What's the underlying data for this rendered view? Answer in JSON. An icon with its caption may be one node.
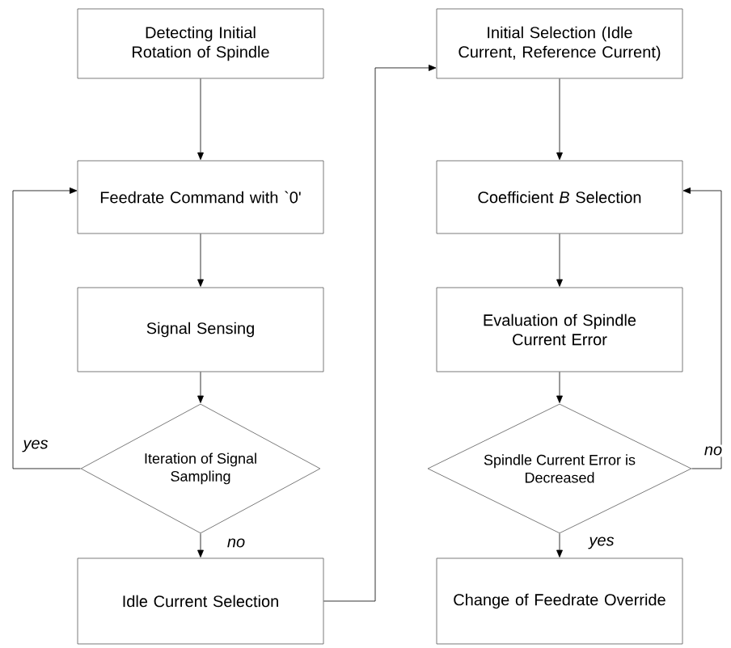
{
  "diagram": {
    "nodes": [
      {
        "text": [
          "Detecting Initial Rotation of Spindle"
        ]
      },
      {
        "text": [
          "Feedrate Command with `0'"
        ]
      },
      {
        "text": [
          "Signal Sensing"
        ]
      },
      {
        "text": [
          "Iteration of Signal Sampling"
        ]
      },
      {
        "text": [
          "Idle Current Selection"
        ]
      },
      {
        "text": [
          "Initial Selection (Idle Current, Reference Current)"
        ]
      },
      {
        "text": [
          "Coefficient *B* Selection"
        ]
      },
      {
        "text": [
          "Evaluation of Spindle Current Error"
        ]
      },
      {
        "text": [
          "Spindle Current Error is Decreased"
        ]
      },
      {
        "text": [
          "Change of Feedrate Override"
        ]
      }
    ],
    "edges": [
      {
        "from": 0,
        "to": 1,
        "arrow": "to"
      },
      {
        "from": 1,
        "to": 2,
        "arrow": "to"
      },
      {
        "from": 2,
        "to": 3,
        "arrow": "to"
      },
      {
        "from": 3,
        "to": 1,
        "arrow": "to",
        "label": "yes"
      },
      {
        "from": 3,
        "to": 4,
        "arrow": "to",
        "label": "no"
      },
      {
        "from": 4,
        "to": 5,
        "arrow": "to"
      },
      {
        "from": 5,
        "to": 6,
        "arrow": "to"
      },
      {
        "from": 6,
        "to": 7,
        "arrow": "to"
      },
      {
        "from": 7,
        "to": 8,
        "arrow": "to"
      },
      {
        "from": 8,
        "to": 6,
        "arrow": "to",
        "label": "no"
      },
      {
        "from": 8,
        "to": 9,
        "arrow": "to",
        "label": "yes"
      }
    ]
  }
}
